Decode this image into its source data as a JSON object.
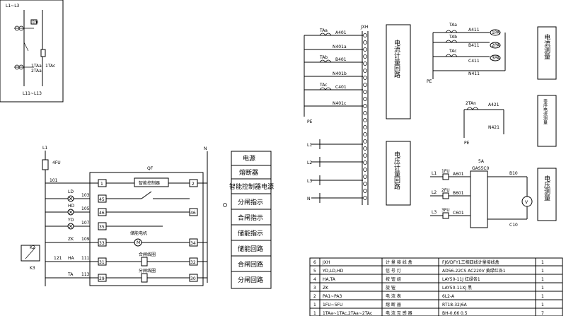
{
  "mini_diagram": {
    "top_label": "L1~L3",
    "bottom_label": "L11~L13",
    "tag_tm": "tm",
    "tag_taa": "1TAa",
    "tag_tac": "1TAc",
    "tag_ta2": "2TAa"
  },
  "control": {
    "bus_l1": "L1",
    "fuse": "4FU",
    "bus_n": "N",
    "node_101": "101",
    "qf": "QF",
    "lamps": [
      {
        "name": "LD",
        "num": "103"
      },
      {
        "name": "HD",
        "num": "105"
      },
      {
        "name": "YD",
        "num": "107"
      }
    ],
    "wires": [
      {
        "name": "ZK",
        "num": "109"
      },
      {
        "name": "HA",
        "num": "111"
      },
      {
        "name": "TA",
        "num": "113"
      }
    ],
    "relay_tag": "K2",
    "relay_num": "K3",
    "node_121": "121",
    "terminals_left": [
      "1",
      "45",
      "46",
      "35",
      "33",
      "31",
      "29"
    ],
    "terminals_right": [
      "2",
      "46",
      "34",
      "32",
      "30"
    ],
    "intelligent_controller": "智能控制器",
    "motor": "储能电机",
    "motor_tag": "M",
    "close_coil": "合闸线圈",
    "open_coil": "分闸线圈"
  },
  "legend_boxes": [
    "电源",
    "熔断器",
    "智能控制器电源",
    "分闸指示",
    "合闸指示",
    "储能指示",
    "储能回路",
    "合闸回路",
    "分闸回路"
  ],
  "metering": {
    "jxh": "JXH",
    "ct_tags": [
      "TAa",
      "TAb",
      "TAc"
    ],
    "ct_wires": [
      "A401",
      "B401",
      "C401"
    ],
    "n_wires": [
      "N401a",
      "N401b",
      "N401c"
    ],
    "pe": "PE",
    "lines": [
      "L1",
      "L2",
      "L3",
      "N"
    ],
    "section_current": "电流计量回路",
    "section_voltage": "电压计量回路"
  },
  "current_measure": {
    "ct_tags": [
      "TAa",
      "TAb",
      "TAc"
    ],
    "wires": [
      "A411",
      "B411",
      "C411",
      "N411"
    ],
    "meters": [
      "1PA",
      "2PA",
      "3PA"
    ],
    "pe": "PE",
    "title": "电流测量"
  },
  "zero_seq": {
    "tag": "2TAn",
    "wire1": "A421",
    "wire2": "N421",
    "pe": "PE",
    "title": "零序电流测量"
  },
  "voltage_measure": {
    "fuse_label": "5A",
    "switch": "GAS5C0",
    "lines": [
      "L1",
      "L2",
      "L3"
    ],
    "fuses": [
      "1FU",
      "2FU",
      "3FU"
    ],
    "wires": [
      "A601",
      "B601",
      "C601"
    ],
    "wire_out": [
      "B10",
      "C10"
    ],
    "meter": "V",
    "title": "电压测量"
  },
  "bom": {
    "rows": [
      {
        "n": "6",
        "code": "JXH",
        "name": "计 量 接 线 盒",
        "spec": "FJ6/DFY1三相四线计量接线盒",
        "qty": "1"
      },
      {
        "n": "5",
        "code": "YD,LD,HD",
        "name": "信 号 灯",
        "spec": "AD56-22CS AC220V 黄绿红各1",
        "qty": "1"
      },
      {
        "n": "4",
        "code": "HA,TA",
        "name": "按 钮 组",
        "spec": "LAY50-11J 红绿各1",
        "qty": "1"
      },
      {
        "n": "3",
        "code": "ZK",
        "name": "旋 钮",
        "spec": "LAY50-11XJ 黑",
        "qty": "1"
      },
      {
        "n": "2",
        "code": "PA1~PA3",
        "name": "电 流 表",
        "spec": "6L2-A",
        "qty": "1"
      },
      {
        "n": "1",
        "code": "1FU~5FU",
        "name": "熔 断 器",
        "spec": "RT18-32/6A",
        "qty": "1"
      },
      {
        "n": "1",
        "code": "1TAa~1TAc,2TAa~2TAc",
        "name": "电 流 互 感 器",
        "spec": "BH-0.66 0.5",
        "qty": "7"
      }
    ]
  }
}
